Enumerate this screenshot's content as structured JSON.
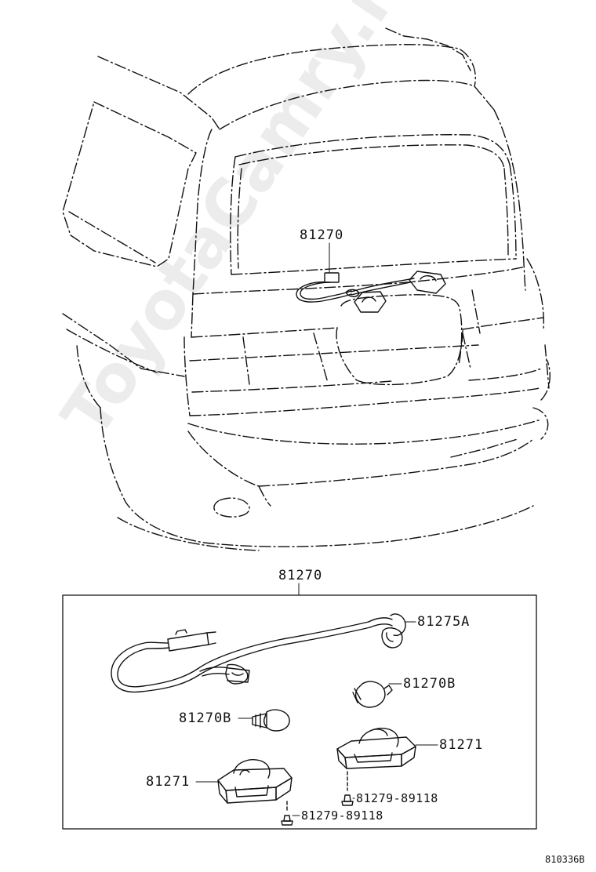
{
  "diagram": {
    "labels": {
      "top_part": "81270",
      "assembly_part": "81270",
      "socket_wire": "81275A",
      "bulb_right": "81270B",
      "bulb_left": "81270B",
      "lamp_right": "81271",
      "lamp_left": "81271",
      "screw_right": "81279-89118",
      "screw_left": "81279-89118"
    },
    "diagram_code": "810336B"
  },
  "watermark": "ToyotaCamry.ru",
  "colors": {
    "ink": "#111111",
    "paper": "#ffffff"
  }
}
